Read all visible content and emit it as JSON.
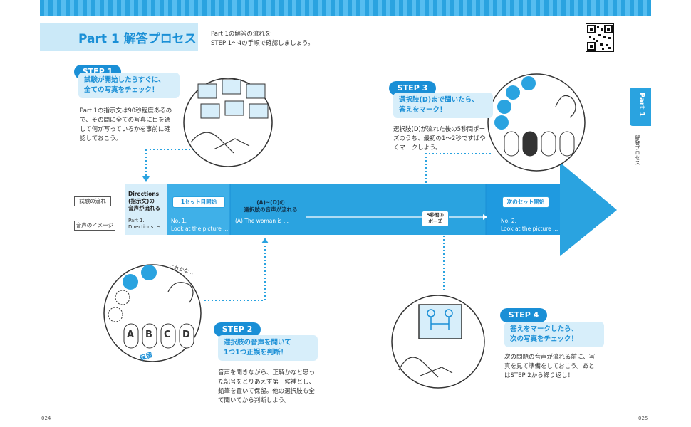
{
  "header": {
    "part_title": "Part 1 解答プロセス",
    "intro": [
      "Part 1の解答の流れを",
      "STEP 1～4の手順で確認しましょう。"
    ]
  },
  "side_tab": {
    "label": "Part 1",
    "sub": "解答プロセス"
  },
  "flow": {
    "row_label_exam": "試験の流れ",
    "row_label_audio": "音声のイメージ",
    "segments": [
      {
        "head": "Directions\n(指示文)の\n音声が流れる",
        "audio": "Part 1.\nDirections. ~"
      },
      {
        "head": "1セット目開始",
        "audio": "No. 1.\nLook at the picture ..."
      },
      {
        "head": "(A)~(D)の\n選択肢の音声が流れる",
        "audio": "(A) The woman is ..."
      },
      {
        "head": "次のセット開始",
        "audio": "No. 2.\nLook at the picture ..."
      }
    ],
    "pause_label": "5秒間の\nポーズ"
  },
  "steps": [
    {
      "badge": "STEP 1",
      "callout": "試験が開始したらすぐに、\n全ての写真をチェック！",
      "desc": "Part 1の指示文は90秒程度あるので、その間に全ての写真に目を通して何が写っているかを事前に確認しておこう。"
    },
    {
      "badge": "STEP 2",
      "callout": "選択肢の音声を聞いて\n1つ1つ正誤を判断！",
      "desc": "音声を聞きながら、正解かなと思った記号をとりあえず第一候補とし、鉛筆を置いて保留。他の選択肢も全て聞いてから判断しよう。"
    },
    {
      "badge": "STEP 3",
      "callout": "選択肢(D)まで聞いたら、\n答えをマーク！",
      "desc": "選択肢(D)が流れた後の5秒間ポーズのうち、最初の1～2秒ですばやくマークしよう。"
    },
    {
      "badge": "STEP 4",
      "callout": "答えをマークしたら、\n次の写真をチェック！",
      "desc": "次の問題の音声が流れる前に、写真を見て準備をしておこう。あとはSTEP 2から繰り返し！"
    }
  ],
  "illustration_text": {
    "mumble": "これかな…",
    "hold": "保留",
    "letters": [
      "A",
      "B",
      "C",
      "D"
    ]
  },
  "pages": {
    "left": "024",
    "right": "025"
  },
  "colors": {
    "accent": "#1a8fd6",
    "light": "#d7eefa",
    "arrow": "#2aa3e0"
  }
}
